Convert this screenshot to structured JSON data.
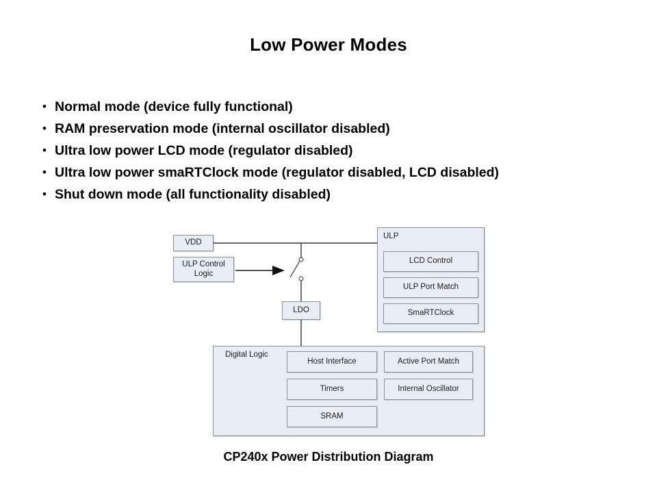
{
  "slide": {
    "title": "Low Power Modes",
    "bullet_marker": "•",
    "bullets": [
      "Normal mode (device fully functional)",
      "RAM preservation mode (internal oscillator disabled)",
      "Ultra low power LCD mode (regulator disabled)",
      "Ultra low power smaRTClock mode (regulator disabled, LCD disabled)",
      "Shut down mode (all functionality disabled)"
    ],
    "caption": "CP240x Power Distribution Diagram"
  },
  "diagram": {
    "supply": {
      "label": "VDD"
    },
    "control": {
      "label": "ULP Control\nLogic",
      "line1": "ULP Control",
      "line2": "Logic"
    },
    "regulator": {
      "label": "LDO"
    },
    "switch": {
      "name": "ulp-power-switch",
      "state": "open"
    },
    "ulp": {
      "label": "ULP",
      "blocks": [
        {
          "label": "LCD Control"
        },
        {
          "label": "ULP Port Match"
        },
        {
          "label": "SmaRTClock"
        }
      ]
    },
    "digital_logic": {
      "label": "Digital Logic",
      "blocks": [
        {
          "label": "Host Interface"
        },
        {
          "label": "Active Port Match"
        },
        {
          "label": "Timers"
        },
        {
          "label": "Internal Oscillator"
        },
        {
          "label": "SRAM"
        }
      ]
    }
  },
  "colors": {
    "box_fill": "#e9edf5",
    "box_border": "#8a8f99",
    "wire": "#333333",
    "background": "#ffffff",
    "text": "#000000"
  }
}
